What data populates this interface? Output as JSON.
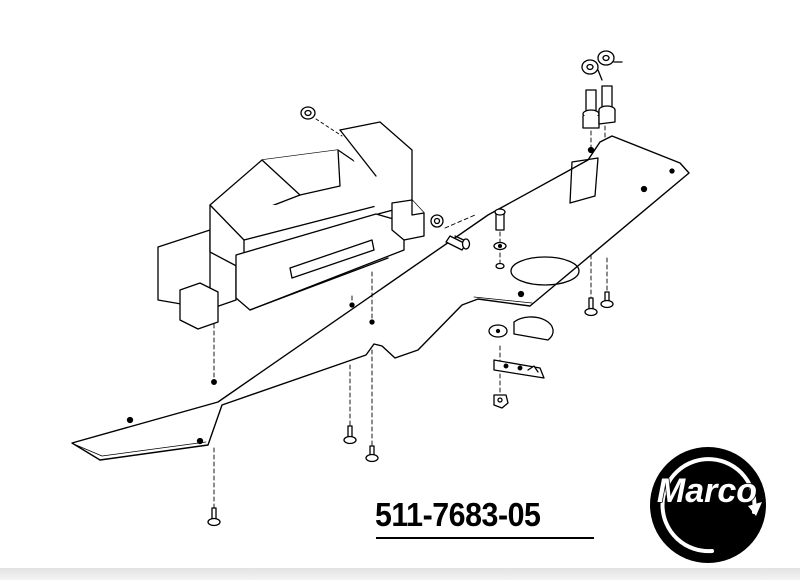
{
  "part_number": "511-7683-05",
  "logo": {
    "text": "Marco",
    "name": "marco-logo"
  },
  "colors": {
    "line": "#000000",
    "background": "#ffffff",
    "strip": "#e6e6e6"
  }
}
